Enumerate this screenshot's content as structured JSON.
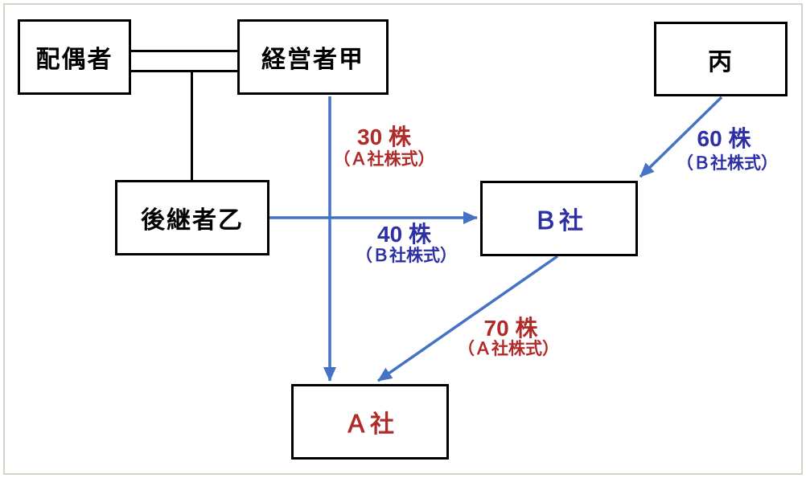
{
  "colors": {
    "arrow_blue": "#4472c4",
    "red_label": "#b02a2a",
    "blue_label": "#2d2fa5",
    "box_border": "#000000",
    "frame_border": "#d7d3c6",
    "background": "#ffffff"
  },
  "nodes": [
    {
      "id": "spouse",
      "label": "配偶者"
    },
    {
      "id": "manager-ko",
      "label": "経営者甲"
    },
    {
      "id": "hei",
      "label": "丙"
    },
    {
      "id": "successor-otsu",
      "label": "後継者乙"
    },
    {
      "id": "company-b",
      "label": "Ｂ社"
    },
    {
      "id": "company-a",
      "label": "Ａ社"
    }
  ],
  "edges": [
    {
      "id": "manager-ko-to-company-a",
      "from": "経営者甲",
      "to": "Ａ社",
      "shares": "30 株",
      "asset": "（Ａ社株式）",
      "label_color": "#b02a2a"
    },
    {
      "id": "successor-otsu-to-company-b",
      "from": "後継者乙",
      "to": "Ｂ社",
      "shares": "40 株",
      "asset": "（Ｂ社株式）",
      "label_color": "#2d2fa5"
    },
    {
      "id": "hei-to-company-b",
      "from": "丙",
      "to": "Ｂ社",
      "shares": "60 株",
      "asset": "（Ｂ社株式）",
      "label_color": "#2d2fa5"
    },
    {
      "id": "company-b-to-company-a",
      "from": "Ｂ社",
      "to": "Ａ社",
      "shares": "70 株",
      "asset": "（Ａ社株式）",
      "label_color": "#b02a2a"
    }
  ]
}
